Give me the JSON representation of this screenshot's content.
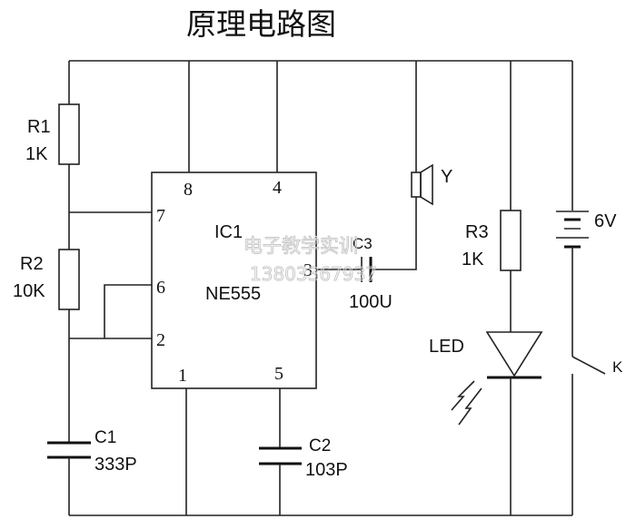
{
  "title": "原理电路图",
  "components": {
    "r1": {
      "name": "R1",
      "value": "1K"
    },
    "r2": {
      "name": "R2",
      "value": "10K"
    },
    "r3": {
      "name": "R3",
      "value": "1K"
    },
    "c1": {
      "name": "C1",
      "value": "333P"
    },
    "c2": {
      "name": "C2",
      "value": "103P"
    },
    "c3": {
      "name": "C3",
      "value": "100U"
    },
    "ic": {
      "name": "IC1",
      "part": "NE555"
    },
    "speaker": {
      "name": "Y"
    },
    "battery": {
      "value": "6V"
    },
    "led": {
      "name": "LED"
    },
    "switch": {
      "name": "K"
    }
  },
  "pins": [
    "8",
    "4",
    "7",
    "6",
    "2",
    "3",
    "1",
    "5"
  ],
  "watermark": {
    "line1": "电子教学实训",
    "line2": "13803367937"
  }
}
